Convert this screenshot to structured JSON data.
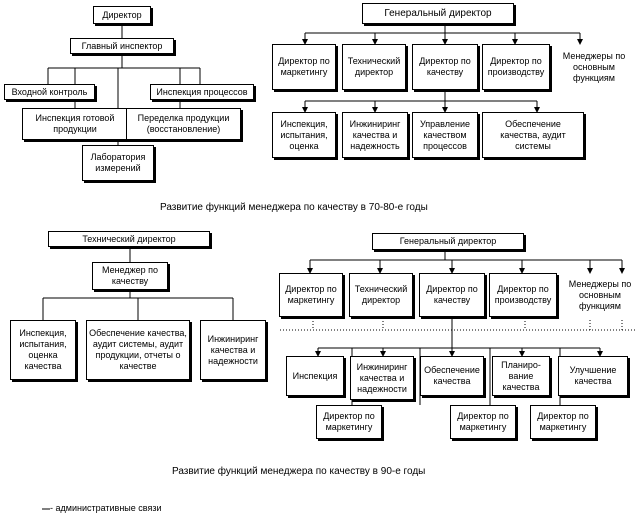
{
  "top_left": {
    "director": "Директор",
    "chief_inspector": "Главный инспектор",
    "incoming_control": "Входной контроль",
    "process_inspection": "Инспекция процессов",
    "finished_product_inspection": "Инспекция готовой продукции",
    "product_rework": "Переделка продукции (восстановление)",
    "measurement_lab": "Лаборатория измерений"
  },
  "top_right": {
    "general_director": "Генеральный директор",
    "directors": [
      "Директор по маркетингу",
      "Технический директор",
      "Директор по качеству",
      "Директор по производству",
      "Менеджеры по основным функциям"
    ],
    "units": [
      "Инспекция, испытания, оценка",
      "Инжиниринг качества и надежность",
      "Управление качеством процессов",
      "Обеспечение качества, аудит системы"
    ]
  },
  "caption_70_80": "Развитие функций менеджера по качеству в 70-80-е годы",
  "bottom_left": {
    "technical_director": "Технический директор",
    "quality_manager": "Менеджер по качеству",
    "units": [
      "Инспекция, испытания, оценка качества",
      "Обеспечение качества, аудит системы, аудит продукции, отчеты о качестве",
      "Инжиниринг качества и надежности"
    ]
  },
  "bottom_right": {
    "general_director": "Генеральный директор",
    "directors": [
      "Директор по маркетингу",
      "Технический директор",
      "Директор по качеству",
      "Директор по производству",
      "Менеджеры по основным функциям"
    ],
    "units": [
      "Инспекция",
      "Инжиниринг качества и надежности",
      "Обеспечение качества",
      "Планиро-вание качества",
      "Улучшение качества"
    ],
    "marketing_directors": [
      "Директор по маркетингу",
      "Директор по маркетингу",
      "Директор по маркетингу"
    ]
  },
  "caption_90": "Развитие функций менеджера по качеству в 90-е годы",
  "legend": {
    "symbol": "—",
    "text": "- административные связи"
  }
}
